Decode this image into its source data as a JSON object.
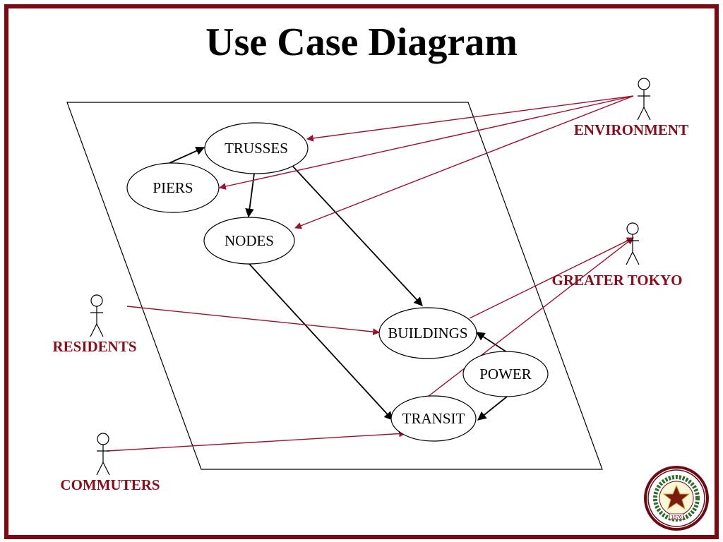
{
  "title": "Use Case Diagram",
  "colors": {
    "border": "#7b0a14",
    "actor_label": "#8b0d1c",
    "actor_link": "#a0102a",
    "use_case_link": "#000000"
  },
  "use_cases": [
    {
      "id": "trusses",
      "label": "TRUSSES"
    },
    {
      "id": "piers",
      "label": "PIERS"
    },
    {
      "id": "nodes",
      "label": "NODES"
    },
    {
      "id": "buildings",
      "label": "BUILDINGS"
    },
    {
      "id": "power",
      "label": "POWER"
    },
    {
      "id": "transit",
      "label": "TRANSIT"
    }
  ],
  "actors": [
    {
      "id": "environment",
      "label": "ENVIRONMENT"
    },
    {
      "id": "greater-tokyo",
      "label": "GREATER TOKYO"
    },
    {
      "id": "residents",
      "label": "RESIDENTS"
    },
    {
      "id": "commuters",
      "label": "COMMUTERS"
    }
  ],
  "relations": [
    {
      "from": "piers",
      "to": "trusses",
      "kind": "use-case"
    },
    {
      "from": "trusses",
      "to": "nodes",
      "kind": "use-case"
    },
    {
      "from": "trusses",
      "to": "buildings",
      "kind": "use-case"
    },
    {
      "from": "nodes",
      "to": "transit",
      "kind": "use-case"
    },
    {
      "from": "power",
      "to": "buildings",
      "kind": "use-case"
    },
    {
      "from": "power",
      "to": "transit",
      "kind": "use-case"
    },
    {
      "from": "environment",
      "to": "trusses",
      "kind": "actor"
    },
    {
      "from": "environment",
      "to": "piers",
      "kind": "actor"
    },
    {
      "from": "environment",
      "to": "nodes",
      "kind": "actor"
    },
    {
      "from": "buildings",
      "to": "greater-tokyo",
      "kind": "actor"
    },
    {
      "from": "transit",
      "to": "greater-tokyo",
      "kind": "actor"
    },
    {
      "from": "residents",
      "to": "buildings",
      "kind": "actor"
    },
    {
      "from": "commuters",
      "to": "transit",
      "kind": "actor"
    }
  ],
  "seal": {
    "year": "1876",
    "icon": "university-seal-icon"
  }
}
